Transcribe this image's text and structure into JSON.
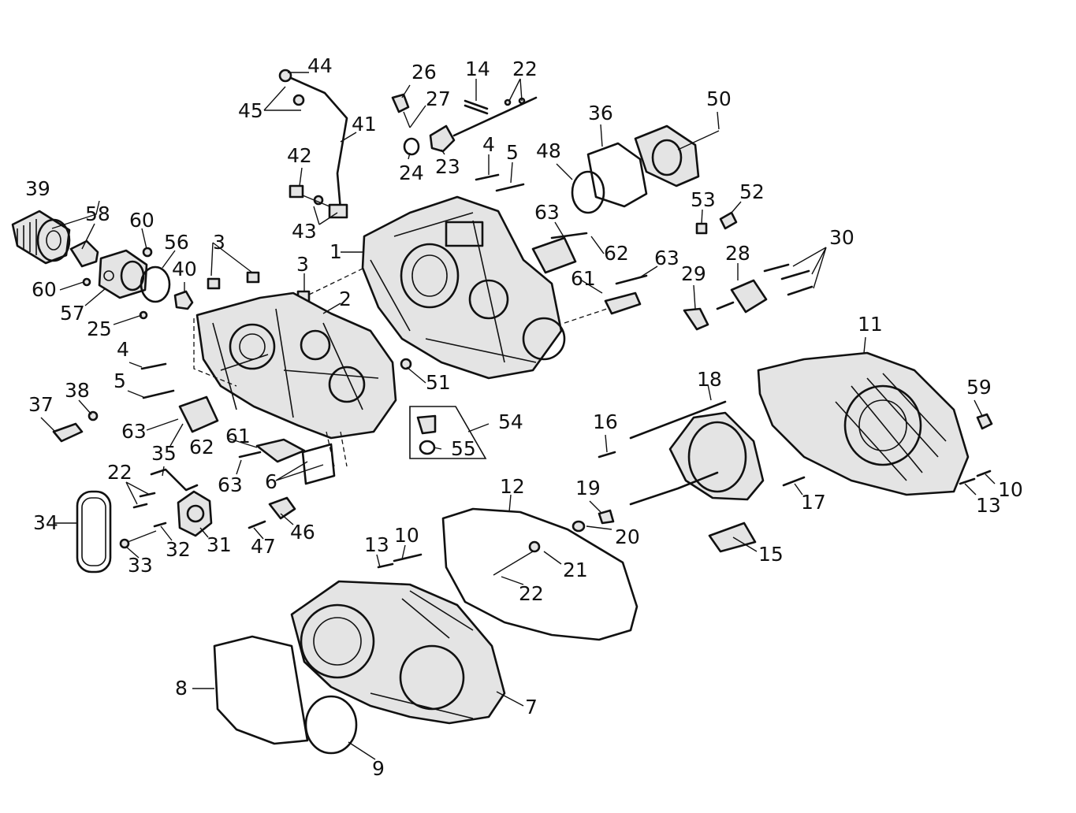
{
  "callouts": [
    {
      "id": "c1",
      "text": "1"
    },
    {
      "id": "c2",
      "text": "2"
    },
    {
      "id": "c3a",
      "text": "3"
    },
    {
      "id": "c3b",
      "text": "3"
    },
    {
      "id": "c4a",
      "text": "4"
    },
    {
      "id": "c4b",
      "text": "4"
    },
    {
      "id": "c5a",
      "text": "5"
    },
    {
      "id": "c5b",
      "text": "5"
    },
    {
      "id": "c6",
      "text": "6"
    },
    {
      "id": "c7",
      "text": "7"
    },
    {
      "id": "c8",
      "text": "8"
    },
    {
      "id": "c9",
      "text": "9"
    },
    {
      "id": "c10a",
      "text": "10"
    },
    {
      "id": "c10b",
      "text": "10"
    },
    {
      "id": "c11",
      "text": "11"
    },
    {
      "id": "c12",
      "text": "12"
    },
    {
      "id": "c13a",
      "text": "13"
    },
    {
      "id": "c13b",
      "text": "13"
    },
    {
      "id": "c14",
      "text": "14"
    },
    {
      "id": "c15",
      "text": "15"
    },
    {
      "id": "c16",
      "text": "16"
    },
    {
      "id": "c17",
      "text": "17"
    },
    {
      "id": "c18",
      "text": "18"
    },
    {
      "id": "c19",
      "text": "19"
    },
    {
      "id": "c20",
      "text": "20"
    },
    {
      "id": "c21",
      "text": "21"
    },
    {
      "id": "c22a",
      "text": "22"
    },
    {
      "id": "c22b",
      "text": "22"
    },
    {
      "id": "c22c",
      "text": "22"
    },
    {
      "id": "c23",
      "text": "23"
    },
    {
      "id": "c24",
      "text": "24"
    },
    {
      "id": "c25",
      "text": "25"
    },
    {
      "id": "c26",
      "text": "26"
    },
    {
      "id": "c27",
      "text": "27"
    },
    {
      "id": "c28",
      "text": "28"
    },
    {
      "id": "c29",
      "text": "29"
    },
    {
      "id": "c30",
      "text": "30"
    },
    {
      "id": "c31",
      "text": "31"
    },
    {
      "id": "c32",
      "text": "32"
    },
    {
      "id": "c33",
      "text": "33"
    },
    {
      "id": "c34",
      "text": "34"
    },
    {
      "id": "c35",
      "text": "35"
    },
    {
      "id": "c36",
      "text": "36"
    },
    {
      "id": "c37",
      "text": "37"
    },
    {
      "id": "c38",
      "text": "38"
    },
    {
      "id": "c39",
      "text": "39"
    },
    {
      "id": "c40",
      "text": "40"
    },
    {
      "id": "c41",
      "text": "41"
    },
    {
      "id": "c42",
      "text": "42"
    },
    {
      "id": "c43",
      "text": "43"
    },
    {
      "id": "c44",
      "text": "44"
    },
    {
      "id": "c45",
      "text": "45"
    },
    {
      "id": "c46",
      "text": "46"
    },
    {
      "id": "c47",
      "text": "47"
    },
    {
      "id": "c48",
      "text": "48"
    },
    {
      "id": "c50",
      "text": "50"
    },
    {
      "id": "c51",
      "text": "51"
    },
    {
      "id": "c52",
      "text": "52"
    },
    {
      "id": "c53",
      "text": "53"
    },
    {
      "id": "c54",
      "text": "54"
    },
    {
      "id": "c55",
      "text": "55"
    },
    {
      "id": "c56",
      "text": "56"
    },
    {
      "id": "c57",
      "text": "57"
    },
    {
      "id": "c58",
      "text": "58"
    },
    {
      "id": "c59",
      "text": "59"
    },
    {
      "id": "c60a",
      "text": "60"
    },
    {
      "id": "c60b",
      "text": "60"
    },
    {
      "id": "c61a",
      "text": "61"
    },
    {
      "id": "c61b",
      "text": "61"
    },
    {
      "id": "c62a",
      "text": "62"
    },
    {
      "id": "c62b",
      "text": "62"
    },
    {
      "id": "c63a",
      "text": "63"
    },
    {
      "id": "c63b",
      "text": "63"
    },
    {
      "id": "c63c",
      "text": "63"
    },
    {
      "id": "c63d",
      "text": "63"
    }
  ]
}
